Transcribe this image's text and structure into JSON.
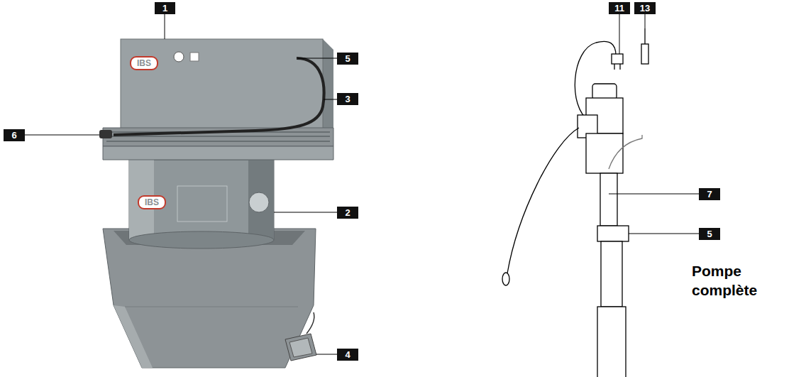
{
  "diagram": {
    "labels": [
      "1",
      "5",
      "6",
      "3",
      "2",
      "4",
      "11",
      "13",
      "7",
      "5",
      "Pompe complète",
      "IBS",
      "IBS"
    ]
  }
}
